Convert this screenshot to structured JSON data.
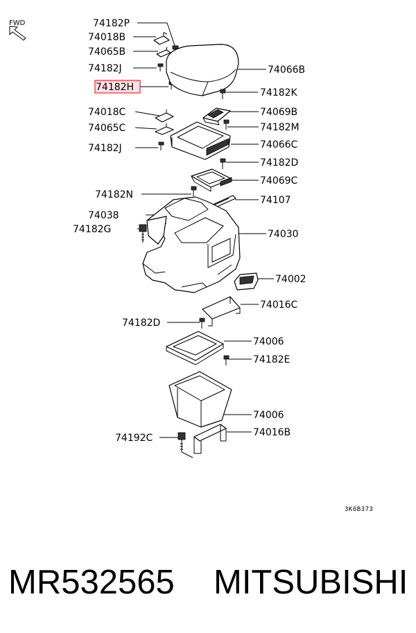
{
  "fwd_label": "FWD",
  "labels": [
    {
      "id": "74182P",
      "text": "74182P"
    },
    {
      "id": "74018B",
      "text": "74018B"
    },
    {
      "id": "74065B",
      "text": "74065B"
    },
    {
      "id": "74182J_top",
      "text": "74182J"
    },
    {
      "id": "74182H",
      "text": "74182H",
      "highlight": true
    },
    {
      "id": "74066B",
      "text": "74066B"
    },
    {
      "id": "74182K",
      "text": "74182K"
    },
    {
      "id": "74018C",
      "text": "74018C"
    },
    {
      "id": "74069B",
      "text": "74069B"
    },
    {
      "id": "74065C",
      "text": "74065C"
    },
    {
      "id": "74182M",
      "text": "74182M"
    },
    {
      "id": "74182J_mid",
      "text": "74182J"
    },
    {
      "id": "74066C",
      "text": "74066C"
    },
    {
      "id": "74182D",
      "text": "74182D"
    },
    {
      "id": "74069C",
      "text": "74069C"
    },
    {
      "id": "74182N",
      "text": "74182N"
    },
    {
      "id": "74107",
      "text": "74107"
    },
    {
      "id": "74038",
      "text": "74038"
    },
    {
      "id": "74182G",
      "text": "74182G"
    },
    {
      "id": "74030",
      "text": "74030"
    },
    {
      "id": "74002",
      "text": "74002"
    },
    {
      "id": "74016C",
      "text": "74016C"
    },
    {
      "id": "74182D_low",
      "text": "74182D"
    },
    {
      "id": "74006_tray",
      "text": "74006"
    },
    {
      "id": "74182E",
      "text": "74182E"
    },
    {
      "id": "74006_box",
      "text": "74006"
    },
    {
      "id": "74192C",
      "text": "74192C"
    },
    {
      "id": "74016B",
      "text": "74016B"
    }
  ],
  "diagram_code": "3K6B373",
  "caption": {
    "part_number": "MR532565",
    "brand": "MITSUBISHI"
  },
  "colors": {
    "highlight_border": "#e8232a",
    "highlight_fill": "#fde3e3",
    "ink": "#000000"
  }
}
